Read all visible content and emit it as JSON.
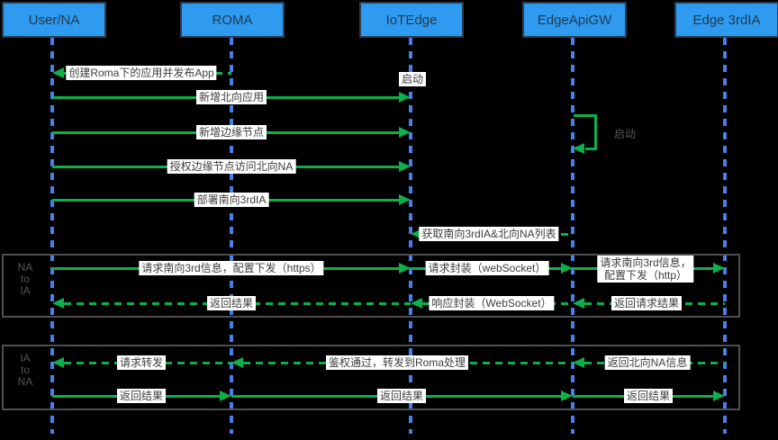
{
  "diagram": {
    "title": "IoTEdge third-party IA sequence diagram",
    "actors": [
      {
        "name": "User/NA"
      },
      {
        "name": "ROMA"
      },
      {
        "name": "IoTEdge"
      },
      {
        "name": "EdgeApiGW"
      },
      {
        "name": "Edge 3rdIA"
      }
    ],
    "annotations": {
      "iotedge_startup": "启动",
      "apigw_loop_startup": "启动"
    },
    "messages": [
      {
        "from": "ROMA",
        "to": "User/NA",
        "style": "dashed",
        "label": "创建Roma下的应用并发布App"
      },
      {
        "from": "User/NA",
        "to": "IoTEdge",
        "style": "solid",
        "label": "新增北向应用"
      },
      {
        "from": "User/NA",
        "to": "IoTEdge",
        "style": "solid",
        "label": "新增边缘节点"
      },
      {
        "from": "User/NA",
        "to": "IoTEdge",
        "style": "solid",
        "label": "授权边缘节点访问北向NA"
      },
      {
        "from": "User/NA",
        "to": "IoTEdge",
        "style": "solid",
        "label": "部署南向3rdIA"
      },
      {
        "from": "EdgeApiGW",
        "to": "IoTEdge",
        "style": "dashed",
        "label": "获取南向3rdIA&北向NA列表"
      },
      {
        "from": "User/NA",
        "to": "IoTEdge",
        "style": "solid",
        "label": "请求南向3rd信息，配置下发（https）"
      },
      {
        "from": "IoTEdge",
        "to": "EdgeApiGW",
        "style": "solid",
        "label": "请求封装（webSocket）"
      },
      {
        "from": "EdgeApiGW",
        "to": "Edge 3rdIA",
        "style": "solid",
        "label_line1": "请求南向3rd信息，",
        "label_line2": "配置下发（http）"
      },
      {
        "from": "Edge 3rdIA",
        "to": "EdgeApiGW",
        "style": "dashed",
        "label": "返回请求结果"
      },
      {
        "from": "EdgeApiGW",
        "to": "IoTEdge",
        "style": "dashed",
        "label": "响应封装（WebSocket）"
      },
      {
        "from": "IoTEdge",
        "to": "User/NA",
        "style": "dashed",
        "label": "返回结果"
      },
      {
        "from": "Edge 3rdIA",
        "to": "EdgeApiGW",
        "style": "dashed",
        "label": "返回北向NA信息"
      },
      {
        "from": "EdgeApiGW",
        "to": "ROMA",
        "style": "dashed",
        "label": "鉴权通过，转发到Roma处理"
      },
      {
        "from": "ROMA",
        "to": "User/NA",
        "style": "dashed",
        "label": "请求转发"
      },
      {
        "from": "User/NA",
        "to": "ROMA",
        "style": "solid",
        "label": "返回结果"
      },
      {
        "from": "ROMA",
        "to": "EdgeApiGW",
        "style": "solid",
        "label": "返回结果"
      },
      {
        "from": "EdgeApiGW",
        "to": "Edge 3rdIA",
        "style": "solid",
        "label": "返回结果"
      }
    ],
    "groups": [
      {
        "lines": [
          "NA",
          "to",
          "IA"
        ]
      },
      {
        "lines": [
          "IA",
          "to",
          "NA"
        ]
      }
    ],
    "colors": {
      "green": "#0daf4b",
      "lifeline_blue": "#4a7fe9",
      "actor_fill": "#2e9af0",
      "label_text": "#3d3d3d",
      "group_border": "#4f4f4f"
    }
  }
}
